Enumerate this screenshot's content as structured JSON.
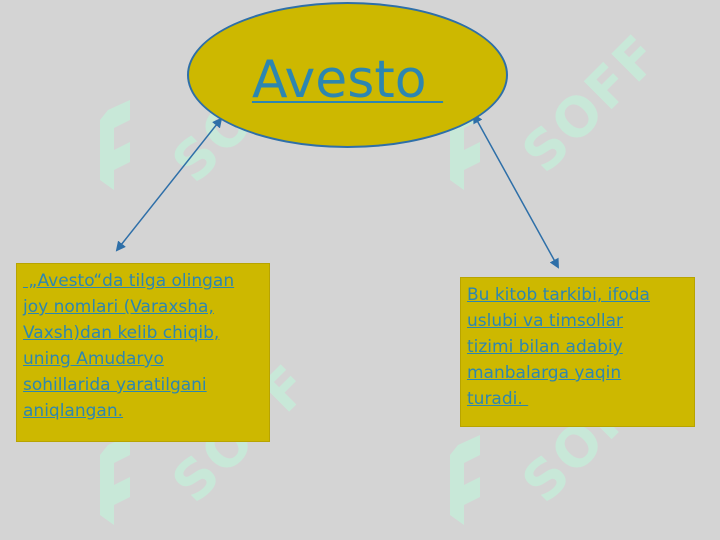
{
  "diagram": {
    "title": "Avesto ",
    "left_box": {
      "lines": [
        " „Avesto“da tilga olingan",
        "joy nomlari (Varaxsha,",
        "Vaxsh)dan kelib chiqib,",
        "uning Amudaryo",
        "sohillarida yaratilgani",
        "aniqlangan."
      ]
    },
    "right_box": {
      "lines": [
        "Bu kitob tarkibi, ifoda",
        "uslubi va timsollar",
        "tizimi bilan adabiy",
        "manbalarga yaqin",
        "turadi. "
      ]
    },
    "watermark_text": "SOFF",
    "colors": {
      "background": "#d4d4d4",
      "shape_fill": "#cdb800",
      "text": "#2d86b0",
      "arrow": "#2e6fa8",
      "watermark": "#c6ecd9"
    }
  }
}
